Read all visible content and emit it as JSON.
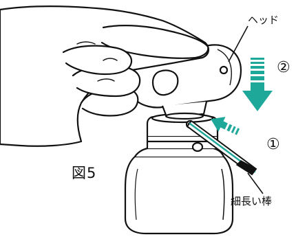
{
  "labels": {
    "head": "ヘッド",
    "step2": "②",
    "step1": "①",
    "figure": "図5",
    "thin_stick": "細長い棒"
  },
  "colors": {
    "ink": "#111111",
    "arrow_teal": "#1ea89a",
    "background": "#ffffff"
  },
  "icons": {
    "down_arrow": "down-arrow-icon",
    "insert_arrow": "insert-arrow-icon"
  }
}
